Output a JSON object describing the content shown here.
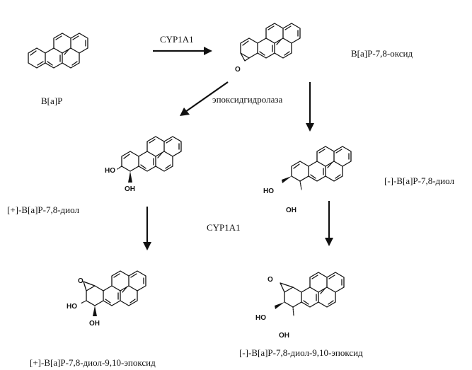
{
  "labels": {
    "bap": "B[a]P",
    "enzyme1": "CYP1A1",
    "oxide": "B[a]P-7,8-оксид",
    "hydrolase": "эпоксидгидролаза",
    "diol_plus": "[+]-B[a]P-7,8-диол",
    "diol_minus": "[-]-B[a]P-7,8-диол",
    "enzyme2": "CYP1A1",
    "epox_plus": "[+]-B[a]P-7,8-диол-9,10-эпоксид",
    "epox_minus": "[-]-B[a]P-7,8-диол-9,10-эпоксид"
  },
  "atoms": {
    "o": "O",
    "ho": "HO",
    "oh": "OH"
  }
}
